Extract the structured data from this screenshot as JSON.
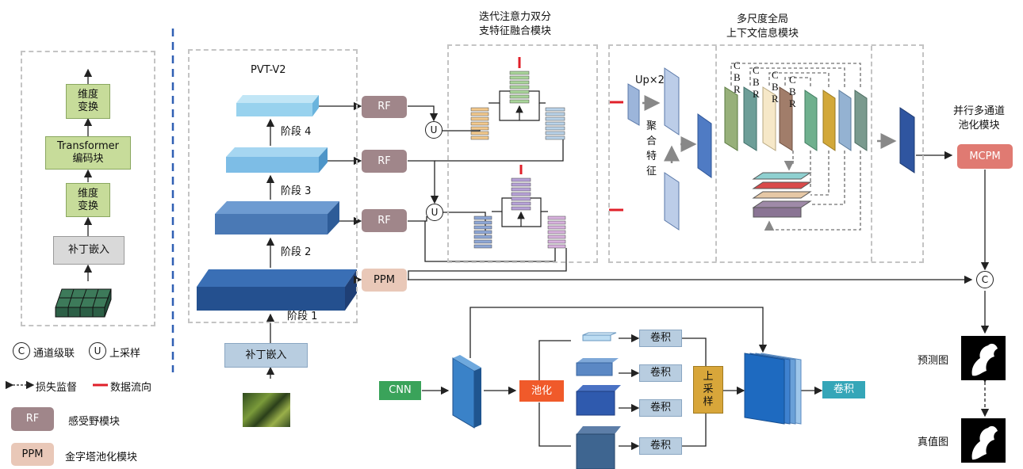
{
  "transformer_panel": {
    "dim_transform_top": "维度\n变换",
    "transformer_block": "Transformer\n编码块",
    "dim_transform_bottom": "维度\n变换",
    "patch_embed": "补丁嵌入"
  },
  "backbone": {
    "title": "PVT-V2",
    "stage1": "阶段 1",
    "stage2": "阶段 2",
    "stage3": "阶段 3",
    "stage4": "阶段 4",
    "patch_embed": "补丁嵌入"
  },
  "rf_label": "RF",
  "ppm_label": "PPM",
  "upsample_symbol": "U",
  "concat_symbol": "C",
  "iafm_title": "迭代注意力双分\n支特征融合模块",
  "gcm": {
    "title": "多尺度全局\n上下文信息模块",
    "up_label": "Up×2",
    "aggregate_label": "聚\n合\n特\n征",
    "cbr_letters": [
      "C",
      "B",
      "R"
    ]
  },
  "mcpm": {
    "title": "并行多通道\n池化模块",
    "label": "MCPM"
  },
  "outputs": {
    "prediction": "预测图",
    "ground_truth": "真值图"
  },
  "ppm_detail": {
    "cnn": "CNN",
    "pooling": "池化",
    "conv": "卷积",
    "upsample": "上\n采\n样"
  },
  "legend": {
    "concat": "通道级联",
    "upsample": "上采样",
    "loss": "损失监督",
    "flow": "数据流向",
    "rf_desc": "感受野模块",
    "ppm_desc": "金字塔池化模块"
  },
  "colors": {
    "flow_red": "#e0202a",
    "blue_separator": "#2f5fb3",
    "mcpm": "#e07a72",
    "rf": "#a0868a",
    "ppm": "#e9c8b8"
  }
}
